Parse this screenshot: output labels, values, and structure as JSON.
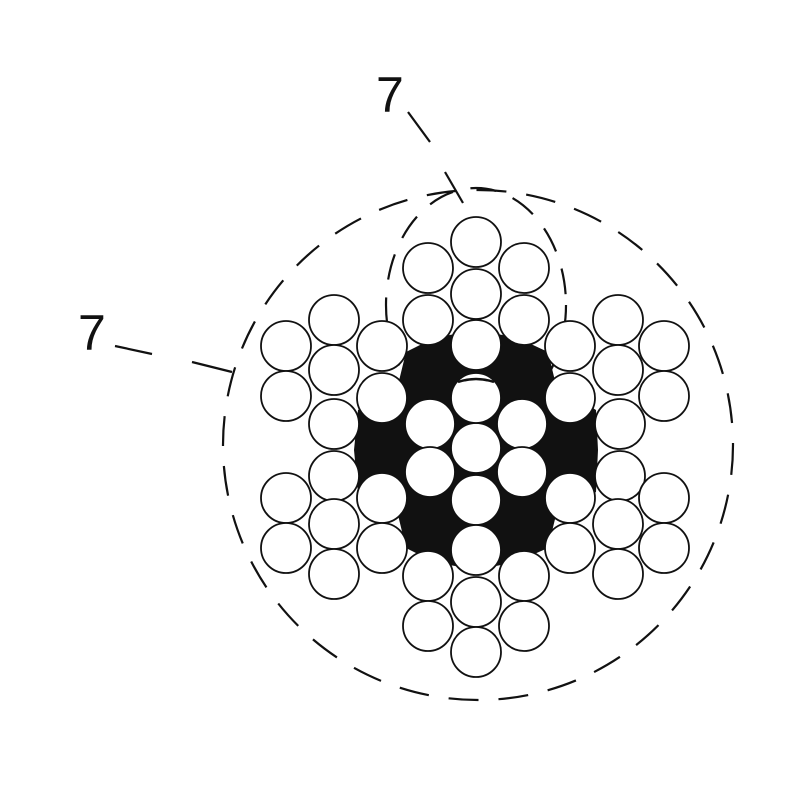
{
  "figure": {
    "labels": [
      {
        "id": "top",
        "text": "7"
      },
      {
        "id": "left",
        "text": "7"
      }
    ],
    "colors": {
      "ink": "#111111",
      "background": "#ffffff"
    }
  }
}
